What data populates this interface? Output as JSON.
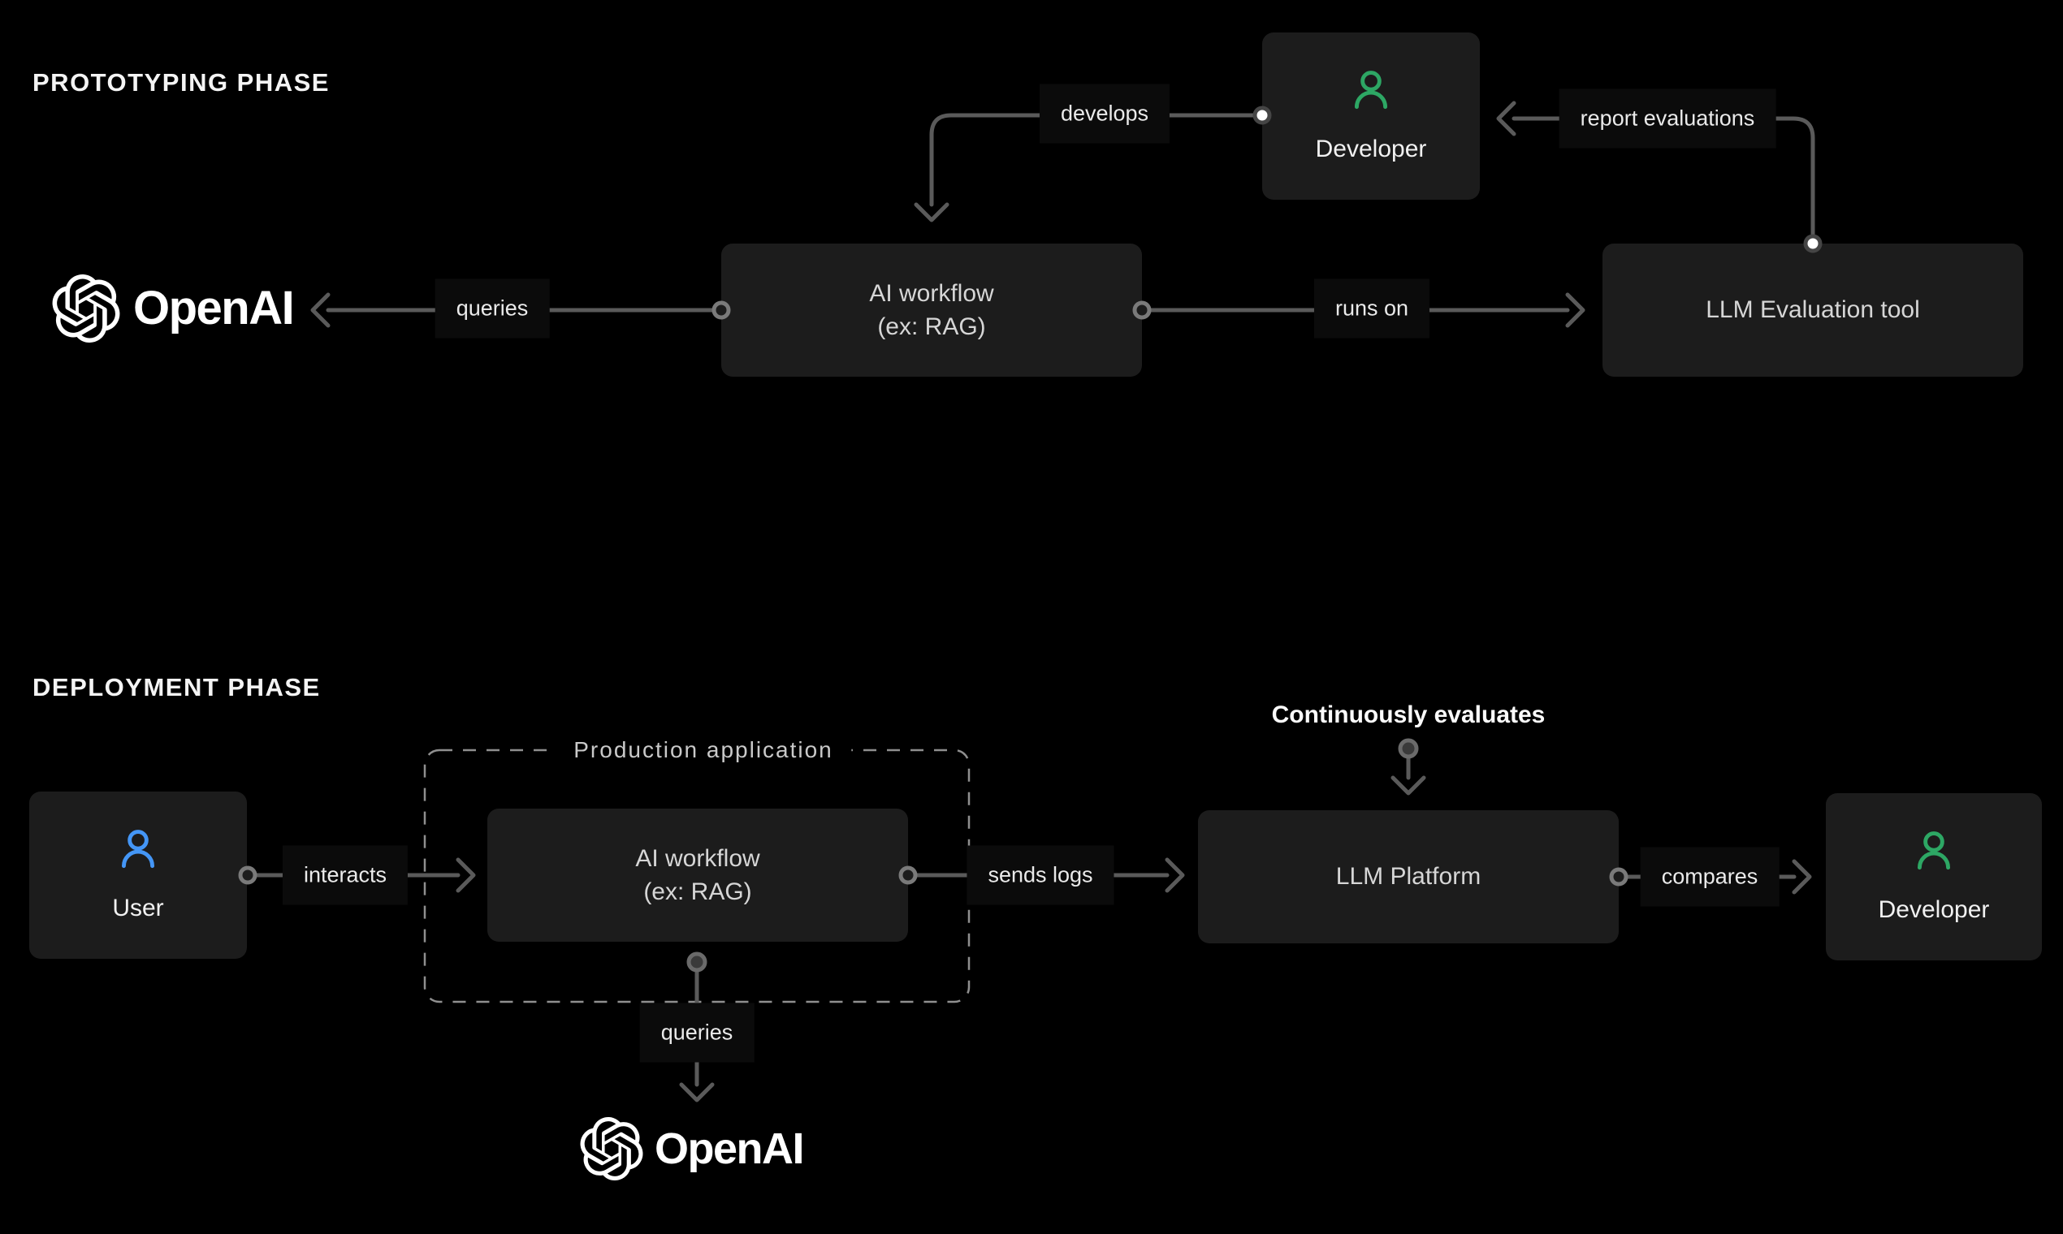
{
  "prototyping": {
    "title": "PROTOTYPING PHASE",
    "developer": "Developer",
    "ai_workflow_line1": "AI workflow",
    "ai_workflow_line2": "(ex: RAG)",
    "llm_eval_tool": "LLM Evaluation tool",
    "openai": "OpenAI",
    "labels": {
      "develops": "develops",
      "report_evaluations": "report evaluations",
      "queries": "queries",
      "runs_on": "runs on"
    }
  },
  "deployment": {
    "title": "DEPLOYMENT PHASE",
    "continuously_evaluates": "Continuously evaluates",
    "production_application": "Production application",
    "user": "User",
    "ai_workflow_line1": "AI workflow",
    "ai_workflow_line2": "(ex: RAG)",
    "llm_platform": "LLM Platform",
    "developer": "Developer",
    "openai": "OpenAI",
    "labels": {
      "interacts": "interacts",
      "sends_logs": "sends logs",
      "compares": "compares",
      "queries": "queries"
    }
  },
  "colors": {
    "background": "#000000",
    "node_background": "#1c1c1c",
    "node_text": "#d6d6d6",
    "white_text": "#f1f1f1",
    "line": "#5a5a5a",
    "dashed_border": "#8f8f8f",
    "developer_icon_green": "#2da764",
    "user_icon_blue": "#4496f6",
    "edge_label_background": "#0b0b0b"
  },
  "icons": {
    "developer": "person-icon",
    "user": "person-icon",
    "openai": "openai-logo-icon"
  }
}
